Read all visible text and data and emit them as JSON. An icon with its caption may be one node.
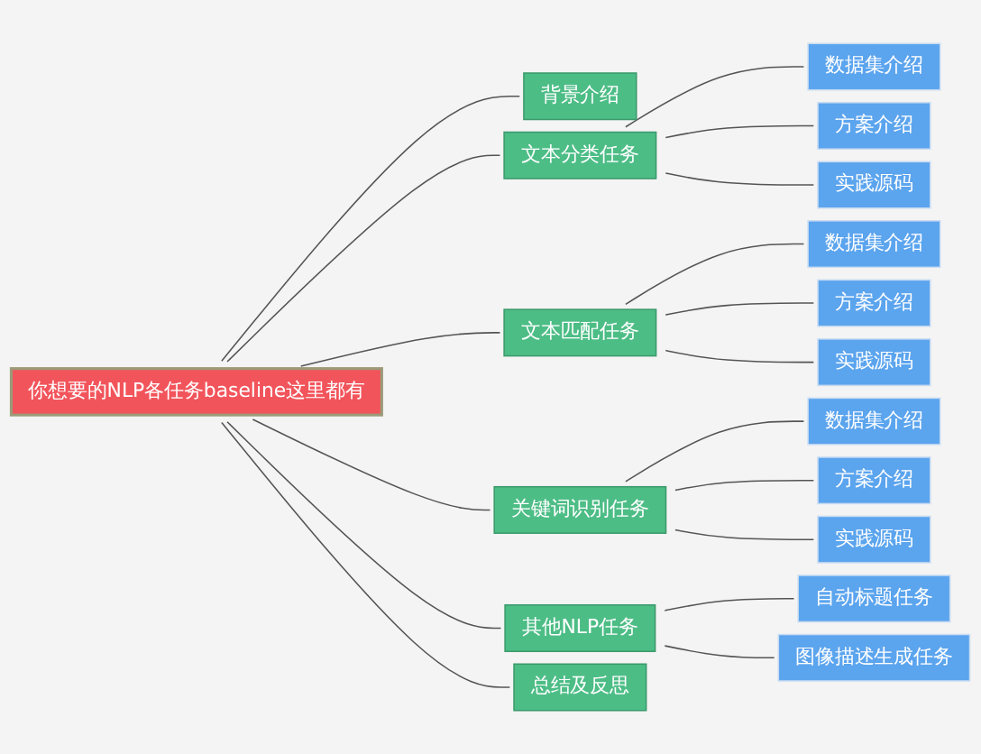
{
  "diagram": {
    "nodes": [
      {
        "text": [
          "你想要的NLP各任务baseline这里都有"
        ]
      },
      {
        "text": [
          "背景介绍"
        ]
      },
      {
        "text": [
          "文本分类任务"
        ]
      },
      {
        "text": [
          "数据集介绍"
        ]
      },
      {
        "text": [
          "方案介绍"
        ]
      },
      {
        "text": [
          "实践源码"
        ]
      },
      {
        "text": [
          "文本匹配任务"
        ]
      },
      {
        "text": [
          "数据集介绍"
        ]
      },
      {
        "text": [
          "方案介绍"
        ]
      },
      {
        "text": [
          "实践源码"
        ]
      },
      {
        "text": [
          "关键词识别任务"
        ]
      },
      {
        "text": [
          "数据集介绍"
        ]
      },
      {
        "text": [
          "方案介绍"
        ]
      },
      {
        "text": [
          "实践源码"
        ]
      },
      {
        "text": [
          "其他NLP任务"
        ]
      },
      {
        "text": [
          "自动标题任务"
        ]
      },
      {
        "text": [
          "图像描述生成任务"
        ]
      },
      {
        "text": [
          "总结及反思"
        ]
      }
    ],
    "edges": [
      {
        "from": 0,
        "to": 1,
        "arrow": "none"
      },
      {
        "from": 0,
        "to": 2,
        "arrow": "none"
      },
      {
        "from": 2,
        "to": 3,
        "arrow": "none"
      },
      {
        "from": 2,
        "to": 4,
        "arrow": "none"
      },
      {
        "from": 2,
        "to": 5,
        "arrow": "none"
      },
      {
        "from": 0,
        "to": 6,
        "arrow": "none"
      },
      {
        "from": 6,
        "to": 7,
        "arrow": "none"
      },
      {
        "from": 6,
        "to": 8,
        "arrow": "none"
      },
      {
        "from": 6,
        "to": 9,
        "arrow": "none"
      },
      {
        "from": 0,
        "to": 10,
        "arrow": "none"
      },
      {
        "from": 10,
        "to": 11,
        "arrow": "none"
      },
      {
        "from": 10,
        "to": 12,
        "arrow": "none"
      },
      {
        "from": 10,
        "to": 13,
        "arrow": "none"
      },
      {
        "from": 0,
        "to": 14,
        "arrow": "none"
      },
      {
        "from": 14,
        "to": 15,
        "arrow": "none"
      },
      {
        "from": 14,
        "to": 16,
        "arrow": "none"
      },
      {
        "from": 0,
        "to": 17,
        "arrow": "none"
      }
    ]
  }
}
